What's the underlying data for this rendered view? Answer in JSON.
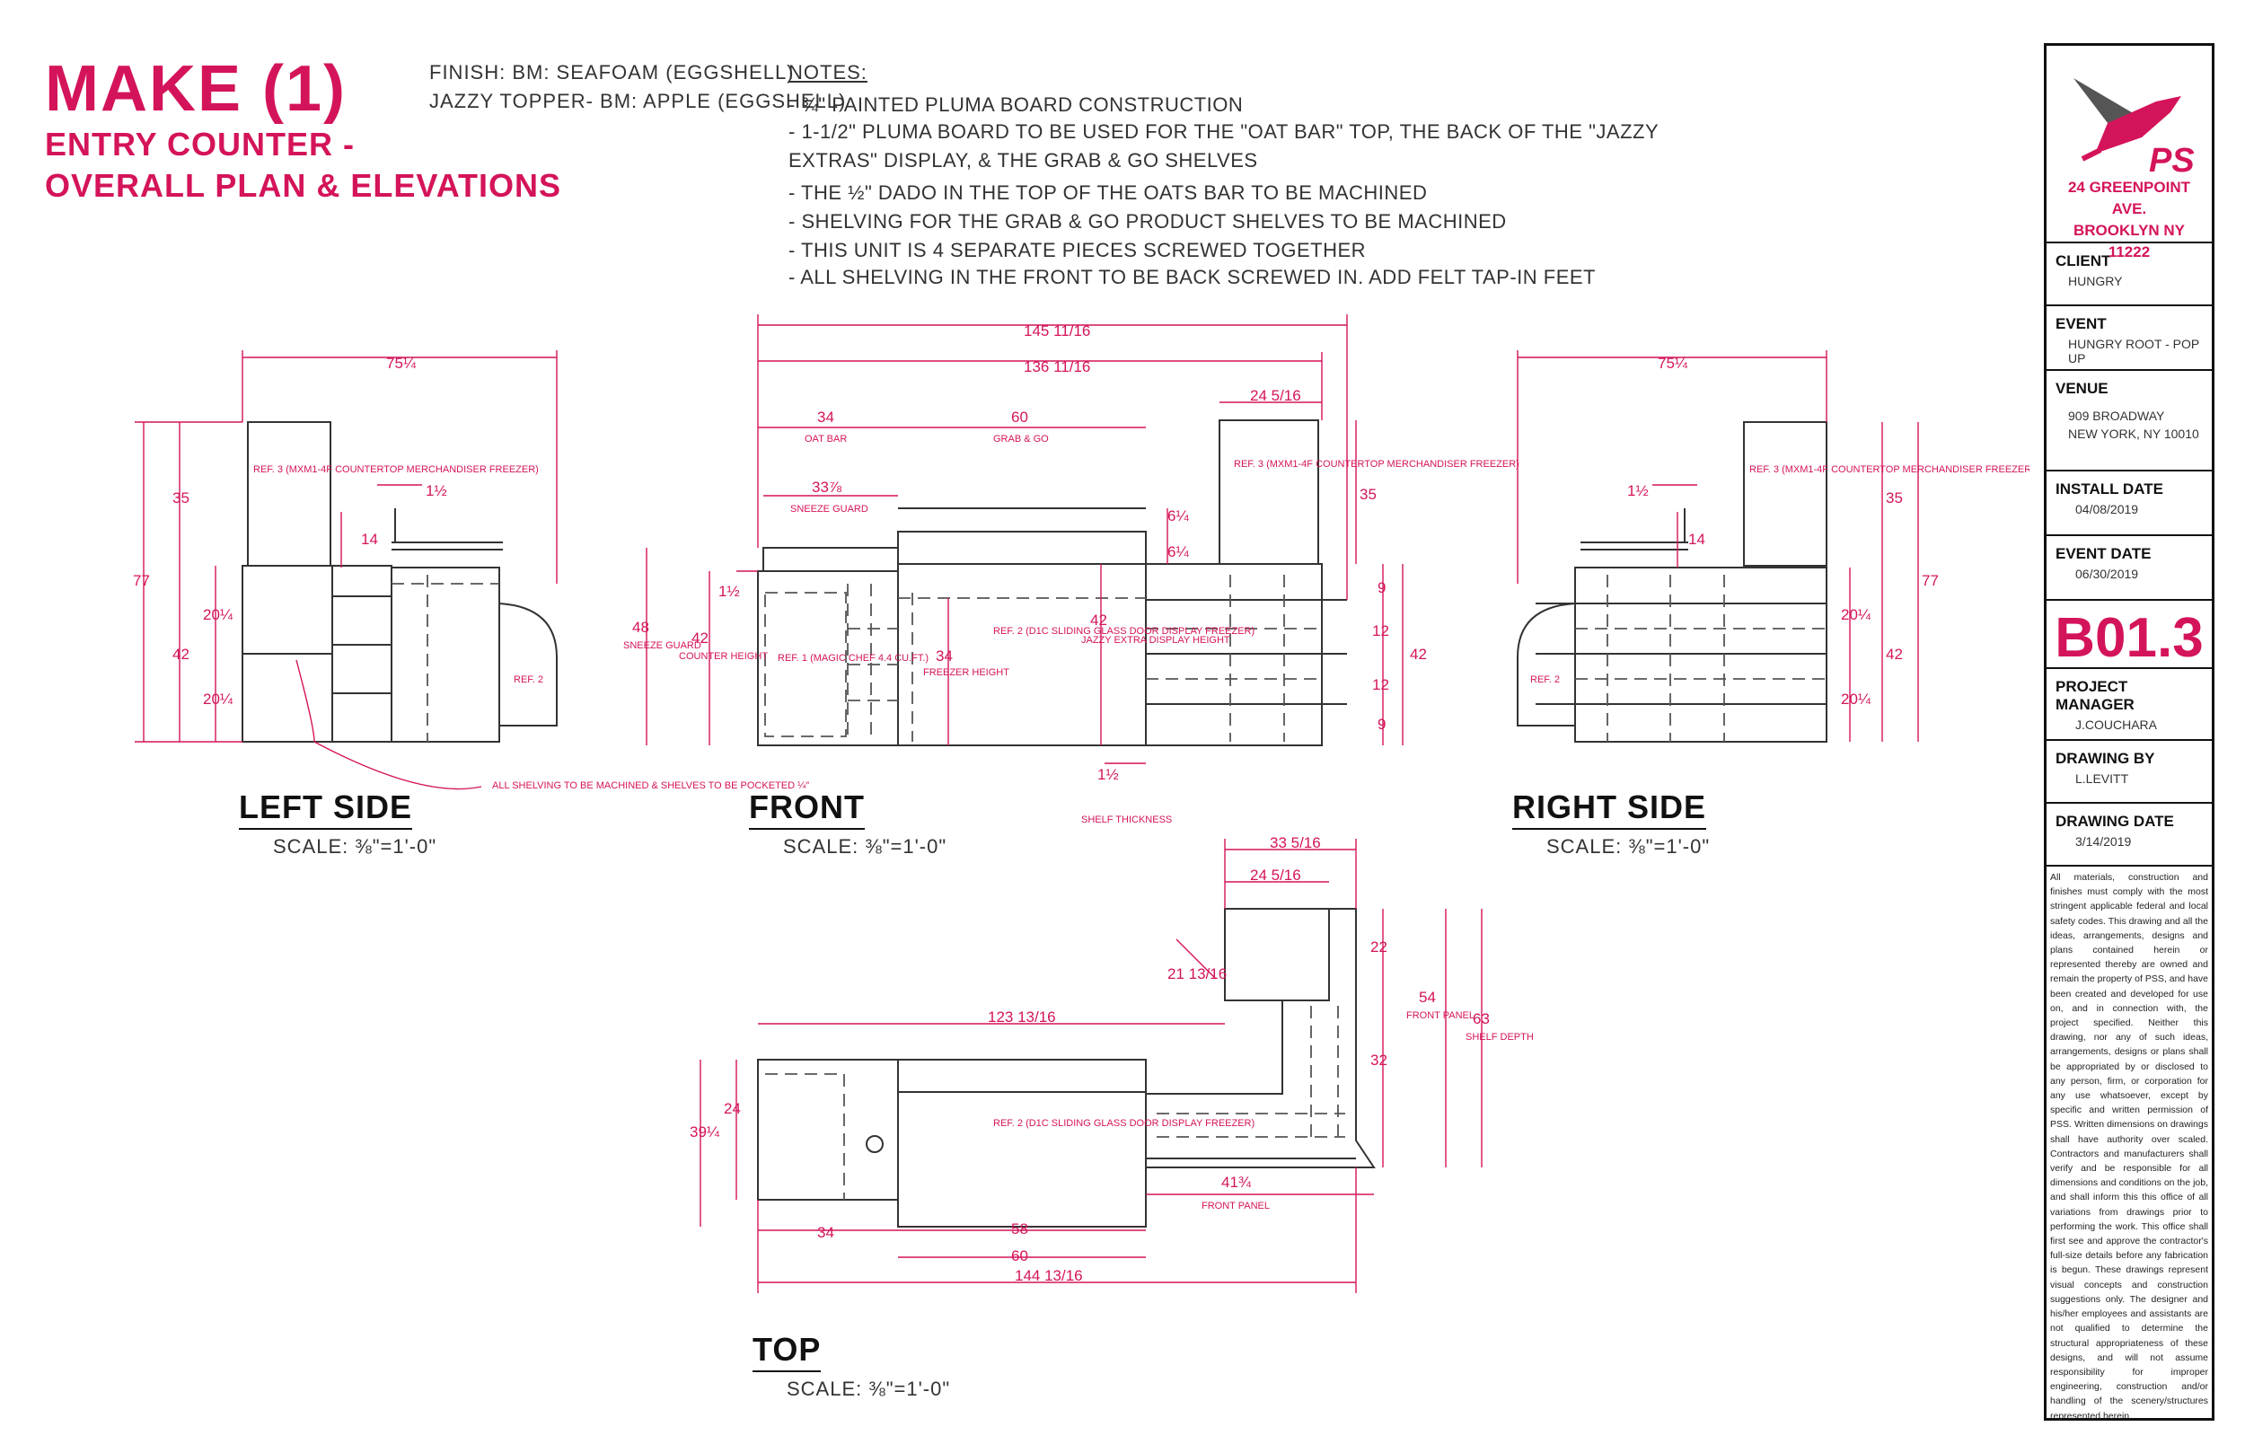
{
  "header": {
    "make": "MAKE (1)",
    "sub1": "ENTRY COUNTER -",
    "sub2": "OVERALL PLAN & ELEVATIONS"
  },
  "finish": {
    "line1": "FINISH: BM: SEAFOAM (EGGSHELL)",
    "line2": "JAZZY TOPPER- BM: APPLE (EGGSHELL)"
  },
  "notes": {
    "heading": "NOTES:",
    "items": [
      "- ¾\" PAINTED PLUMA BOARD CONSTRUCTION",
      "- 1-1/2\" PLUMA BOARD TO BE USED FOR THE \"OAT BAR\" TOP, THE BACK OF THE \"JAZZY",
      "EXTRAS\" DISPLAY, & THE GRAB & GO SHELVES",
      "- THE ½\" DADO IN THE TOP OF THE OATS BAR TO BE MACHINED",
      "- SHELVING FOR THE GRAB & GO PRODUCT SHELVES TO BE MACHINED",
      "- THIS UNIT IS 4 SEPARATE PIECES SCREWED TOGETHER",
      "- ALL SHELVING IN THE FRONT TO BE BACK SCREWED IN. ADD FELT TAP-IN FEET"
    ]
  },
  "views": {
    "left": {
      "label": "LEFT SIDE",
      "scale": "SCALE: ⅜\"=1'-0\""
    },
    "front": {
      "label": "FRONT",
      "scale": "SCALE: ⅜\"=1'-0\""
    },
    "right": {
      "label": "RIGHT SIDE",
      "scale": "SCALE: ⅜\"=1'-0\""
    },
    "top": {
      "label": "TOP",
      "scale": "SCALE: ⅜\"=1'-0\""
    }
  },
  "dims": {
    "left_width": "75¼",
    "left_h35": "35",
    "left_h77": "77",
    "left_h42": "42",
    "left_20a": "20¼",
    "left_20b": "20¼",
    "left_14": "14",
    "left_1_5": "1½",
    "front_145": "145 11/16",
    "front_136": "136 11/16",
    "front_34": "34",
    "front_oatbar": "OAT BAR",
    "front_60": "60",
    "front_grabgo": "GRAB & GO",
    "front_24": "24 5/16",
    "front_33": "33⅞",
    "front_sneeze": "SNEEZE GUARD",
    "front_6a": "6¼",
    "front_6b": "6¼",
    "front_35": "35",
    "front_48": "48",
    "front_48lbl": "SNEEZE GUARD",
    "front_42": "42",
    "front_42lbl": "COUNTER HEIGHT",
    "front_1_5": "1½",
    "front_34f": "34",
    "front_34flbl": "FREEZER HEIGHT",
    "front_42j": "42",
    "front_42jlbl": "JAZZY EXTRA DISPLAY HEIGHT",
    "front_9a": "9",
    "front_12a": "12",
    "front_12b": "12",
    "front_9b": "9",
    "front_42r": "42",
    "front_shelf": "1½",
    "front_shelflbl": "SHELF THICKNESS",
    "right_width": "75¼",
    "right_35": "35",
    "right_77": "77",
    "right_42": "42",
    "right_20a": "20¼",
    "right_20b": "20¼",
    "right_14": "14",
    "right_1_5": "1½",
    "top_33": "33 5/16",
    "top_24": "24 5/16",
    "top_21": "21 13/16",
    "top_123": "123 13/16",
    "top_22": "22",
    "top_54": "54",
    "top_54lbl": "FRONT PANEL",
    "top_63": "63",
    "top_63lbl": "SHELF DEPTH",
    "top_32": "32",
    "top_39": "39¼",
    "top_24l": "24",
    "top_41": "41¾",
    "top_41lbl": "FRONT PANEL",
    "top_34": "34",
    "top_58": "58",
    "top_60": "60",
    "top_144": "144 13/16"
  },
  "labels": {
    "ref3": "REF. 3 (MXM1-4F COUNTERTOP MERCHANDISER FREEZER)",
    "ref2": "REF. 2",
    "ref1": "REF. 1 (MAGIC CHEF 4.4 CU.FT.)",
    "ref2d": "REF. 2 (D1C SLIDING GLASS DOOR DISPLAY FREEZER)",
    "shelving": "ALL SHELVING TO BE MACHINED & SHELVES TO BE POCKETED ¼\""
  },
  "titleblock": {
    "address1": "24 GREENPOINT AVE.",
    "address2": "BROOKLYN NY 11222",
    "client_h": "CLIENT",
    "client_v": "HUNGRY",
    "event_h": "EVENT",
    "event_v": "HUNGRY ROOT - POP UP",
    "venue_h": "VENUE",
    "venue_v1": "909 BROADWAY",
    "venue_v2": "NEW YORK, NY 10010",
    "install_h": "INSTALL DATE",
    "install_v": "04/08/2019",
    "eventdate_h": "EVENT DATE",
    "eventdate_v": "06/30/2019",
    "drawing_no": "B01.3",
    "pm_h": "PROJECT MANAGER",
    "pm_v": "J.COUCHARA",
    "by_h": "DRAWING BY",
    "by_v": "L.LEVITT",
    "date_h": "DRAWING DATE",
    "date_v": "3/14/2019",
    "disclaimer": "All materials, construction and finishes must comply with the most stringent applicable federal and local safety codes. This drawing and all the ideas, arrangements, designs and plans contained herein or represented thereby are owned and remain the property of PSS, and have been created and developed for use on, and in connection with, the project specified. Neither this drawing, nor any of such ideas, arrangements, designs or plans shall be appropriated by or disclosed to any person, firm, or corporation for any use whatsoever, except by specific and written permission of PSS. Written dimensions on drawings shall have authority over scaled. Contractors and manufacturers shall verify and be responsible for all dimensions and conditions on the job, and shall inform this this office of all variations from drawings prior to performing the work. This office shall first see and approve the contractor's full-size details before any fabrication is begun. These drawings represent visual concepts and construction suggestions only. The designer and his/her employees and assistants are not qualified to determine the structural appropriateness of these designs, and will not assume responsibility for improper engineering, construction and/or handling of the scenery/structures represented herein."
  },
  "colors": {
    "accent": "#d4145a",
    "ink": "#222222"
  }
}
